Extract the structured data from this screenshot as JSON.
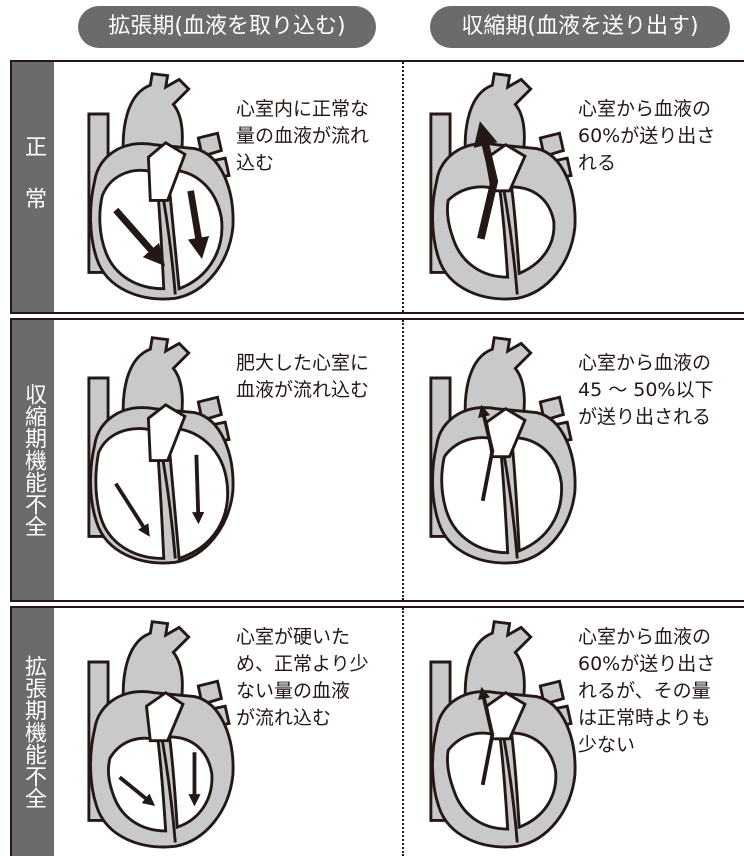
{
  "headers": {
    "diastole": "拡張期(血液を取り込む)",
    "systole": "収縮期(血液を送り出す)"
  },
  "rows": [
    {
      "label": "正常",
      "diastole_text": "心室内に正常な\n量の血液が流れ\n込む",
      "systole_text": "心室から血液の\n60%が送り出さ\nれる"
    },
    {
      "label": "収縮期機能不全",
      "diastole_text": "肥大した心室に\n血液が流れ込む",
      "systole_text": "心室から血液の\n45 〜 50%以下\nが送り出される"
    },
    {
      "label": "拡張期機能不全",
      "diastole_text": "心室が硬いた\nめ、正常より少\nない量の血液\nが流れ込む",
      "systole_text": "心室から血液の\n60%が送り出さ\nれるが、その量\nは正常時よりも\n少ない"
    }
  ]
}
